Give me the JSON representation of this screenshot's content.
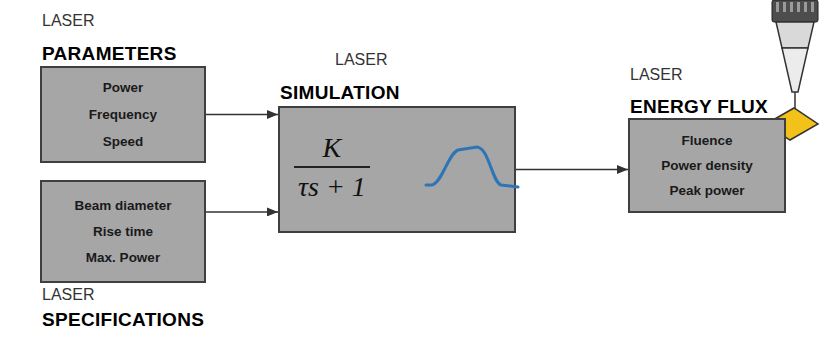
{
  "diagram": {
    "nodes": [
      {
        "text": [
          "LASER",
          "PARAMETERS",
          "Power",
          "Frequency",
          "Speed"
        ]
      },
      {
        "text": [
          "Beam diameter",
          "Rise time",
          "Max. Power",
          "LASER",
          "SPECIFICATIONS"
        ]
      },
      {
        "text": [
          "LASER",
          "SIMULATION",
          "K",
          "τs + 1"
        ]
      },
      {
        "text": [
          "LASER",
          "ENERGY FLUX",
          "Fluence",
          "Power density",
          "Peak power"
        ]
      }
    ],
    "edges": [
      {
        "from": 0,
        "to": 2,
        "arrow": "to"
      },
      {
        "from": 1,
        "to": 2,
        "arrow": "to"
      },
      {
        "from": 2,
        "to": 3,
        "arrow": "to"
      }
    ]
  }
}
